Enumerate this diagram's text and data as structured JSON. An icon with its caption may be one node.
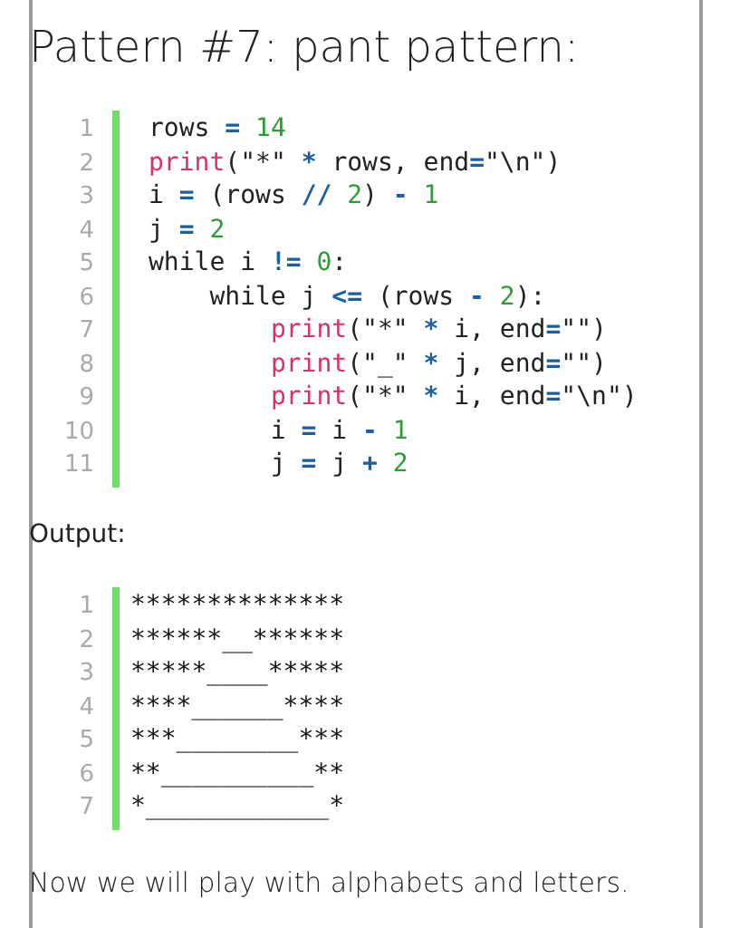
{
  "diagram": {
    "title": "Pattern #7: pant pattern:",
    "labels": [
      "1",
      "rows = 14",
      "2",
      "print(\"*\" * rows, end=\"\\n\")",
      "3",
      "i = (rows // 2) - 1",
      "4",
      "j = 2",
      "5",
      "while i != 0:",
      "6",
      "    while j <= (rows - 2):",
      "7",
      "        print(\"*\" * i, end=\"\")",
      "8",
      "        print(\"_\" * j, end=\"\")",
      "9",
      "        print(\"*\" * i, end=\"\\n\")",
      "10",
      "        i = i - 1",
      "11",
      "        j = j + 2",
      "Output:",
      "1",
      "**************",
      "2",
      "******__******",
      "3",
      "*****____*****",
      "4",
      "****______****",
      "5",
      "***________***",
      "6",
      "**__________**",
      "7",
      "*____________*",
      "Now we will play with alphabets and letters."
    ]
  }
}
